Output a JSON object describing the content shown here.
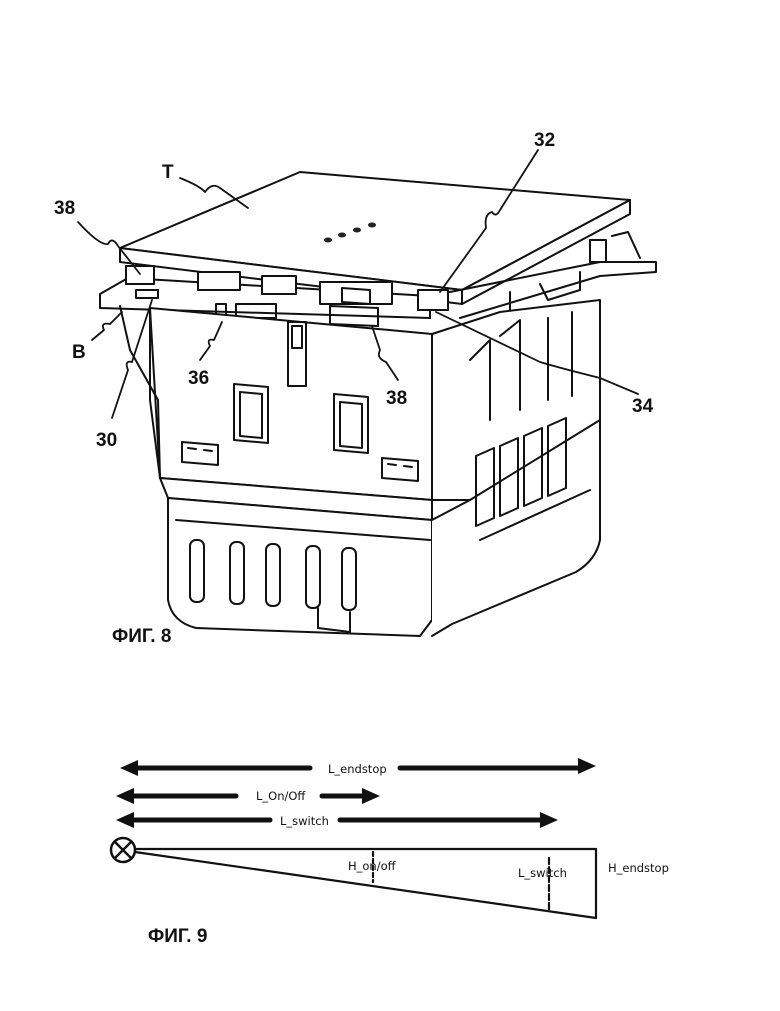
{
  "fig8": {
    "caption": "ФИГ. 8",
    "labels": {
      "T": "T",
      "B": "B",
      "n38a": "38",
      "n32": "32",
      "n36": "36",
      "n38b": "38",
      "n34": "34",
      "n30": "30"
    }
  },
  "fig9": {
    "caption": "ФИГ. 9",
    "labels": {
      "l_endstop": "L_endstop",
      "l_onoff": "L_On/Off",
      "l_switch": "L_switch",
      "h_onoff": "H_on/off",
      "l_switch_mark": "L_switch",
      "h_endstop": "H_endstop"
    }
  }
}
